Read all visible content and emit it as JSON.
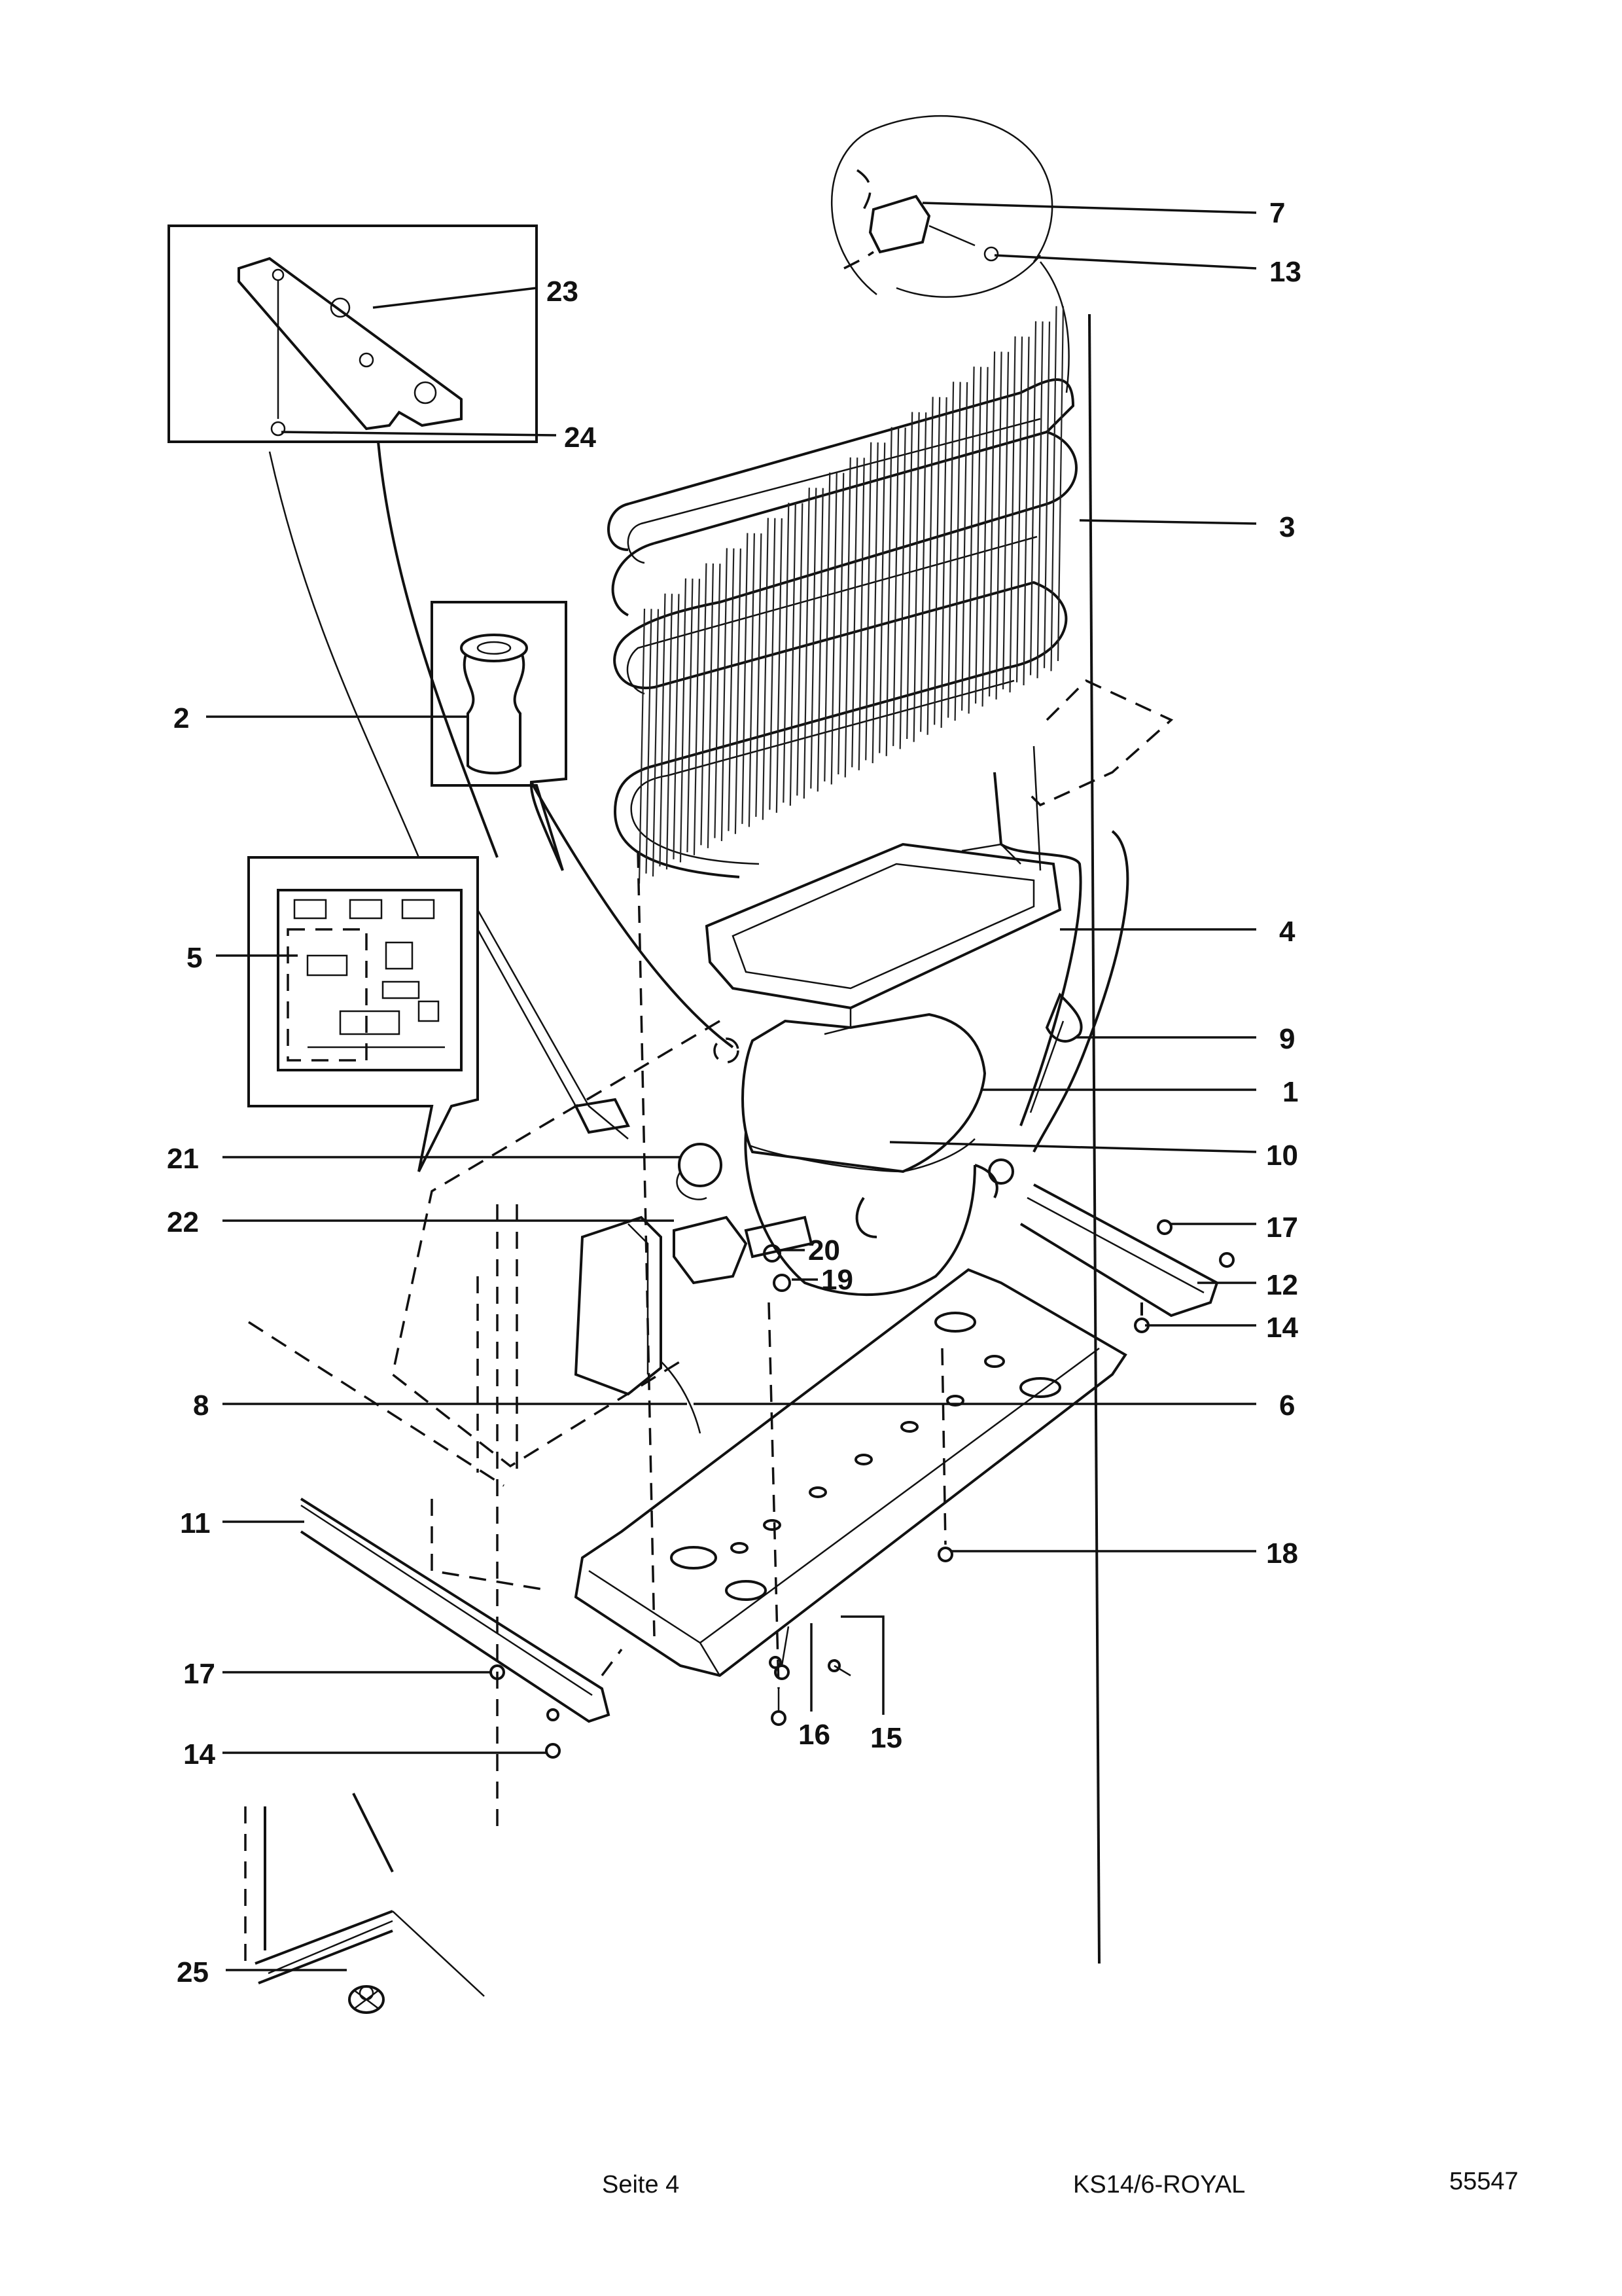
{
  "diagram": {
    "callouts": [
      "1",
      "2",
      "3",
      "4",
      "5",
      "6",
      "7",
      "8",
      "9",
      "10",
      "11",
      "12",
      "13",
      "14",
      "15",
      "16",
      "17",
      "18",
      "19",
      "20",
      "21",
      "22",
      "23",
      "24",
      "25"
    ],
    "duplicate_callouts": {
      "14b": "14",
      "17b": "17"
    }
  },
  "footer": {
    "page": "Seite 4",
    "model": "KS14/6-ROYAL",
    "doc_number": "55547"
  }
}
